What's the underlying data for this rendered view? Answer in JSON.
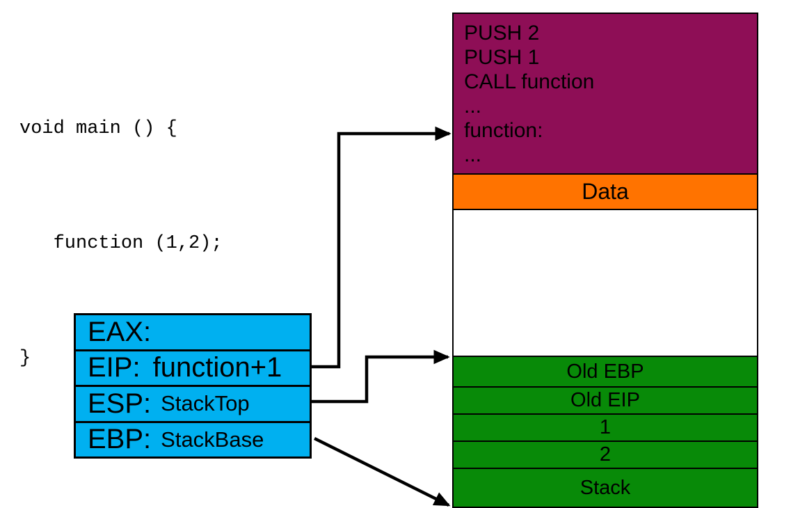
{
  "colors": {
    "code_segment": "#8E0E56",
    "data_segment": "#FF7300",
    "free_segment": "#FFFFFF",
    "stack_segment": "#088A08",
    "registers": "#00B0F0"
  },
  "source_code": {
    "lines": [
      "void main () {",
      "   function (1,2);",
      "}"
    ]
  },
  "memory_column": {
    "code_segment": {
      "lines": [
        "PUSH 2",
        "PUSH 1",
        "CALL function",
        "...",
        "function:",
        "..."
      ]
    },
    "data_segment": {
      "label": "Data"
    },
    "stack_segment": {
      "cells": [
        "Old EBP",
        "Old EIP",
        "1",
        "2"
      ],
      "label": "Stack"
    }
  },
  "registers": {
    "rows": [
      {
        "name": "EAX:",
        "value": ""
      },
      {
        "name": "EIP:",
        "value": "function+1"
      },
      {
        "name": "ESP:",
        "value": "StackTop"
      },
      {
        "name": "EBP:",
        "value": "StackBase"
      }
    ]
  },
  "arrows": [
    {
      "name": "eip-arrow",
      "from": "EIP register",
      "to": "function: label in code segment"
    },
    {
      "name": "esp-arrow",
      "from": "ESP register",
      "to": "Old EBP stack cell"
    },
    {
      "name": "ebp-arrow",
      "from": "EBP register",
      "to": "stack bottom"
    }
  ]
}
